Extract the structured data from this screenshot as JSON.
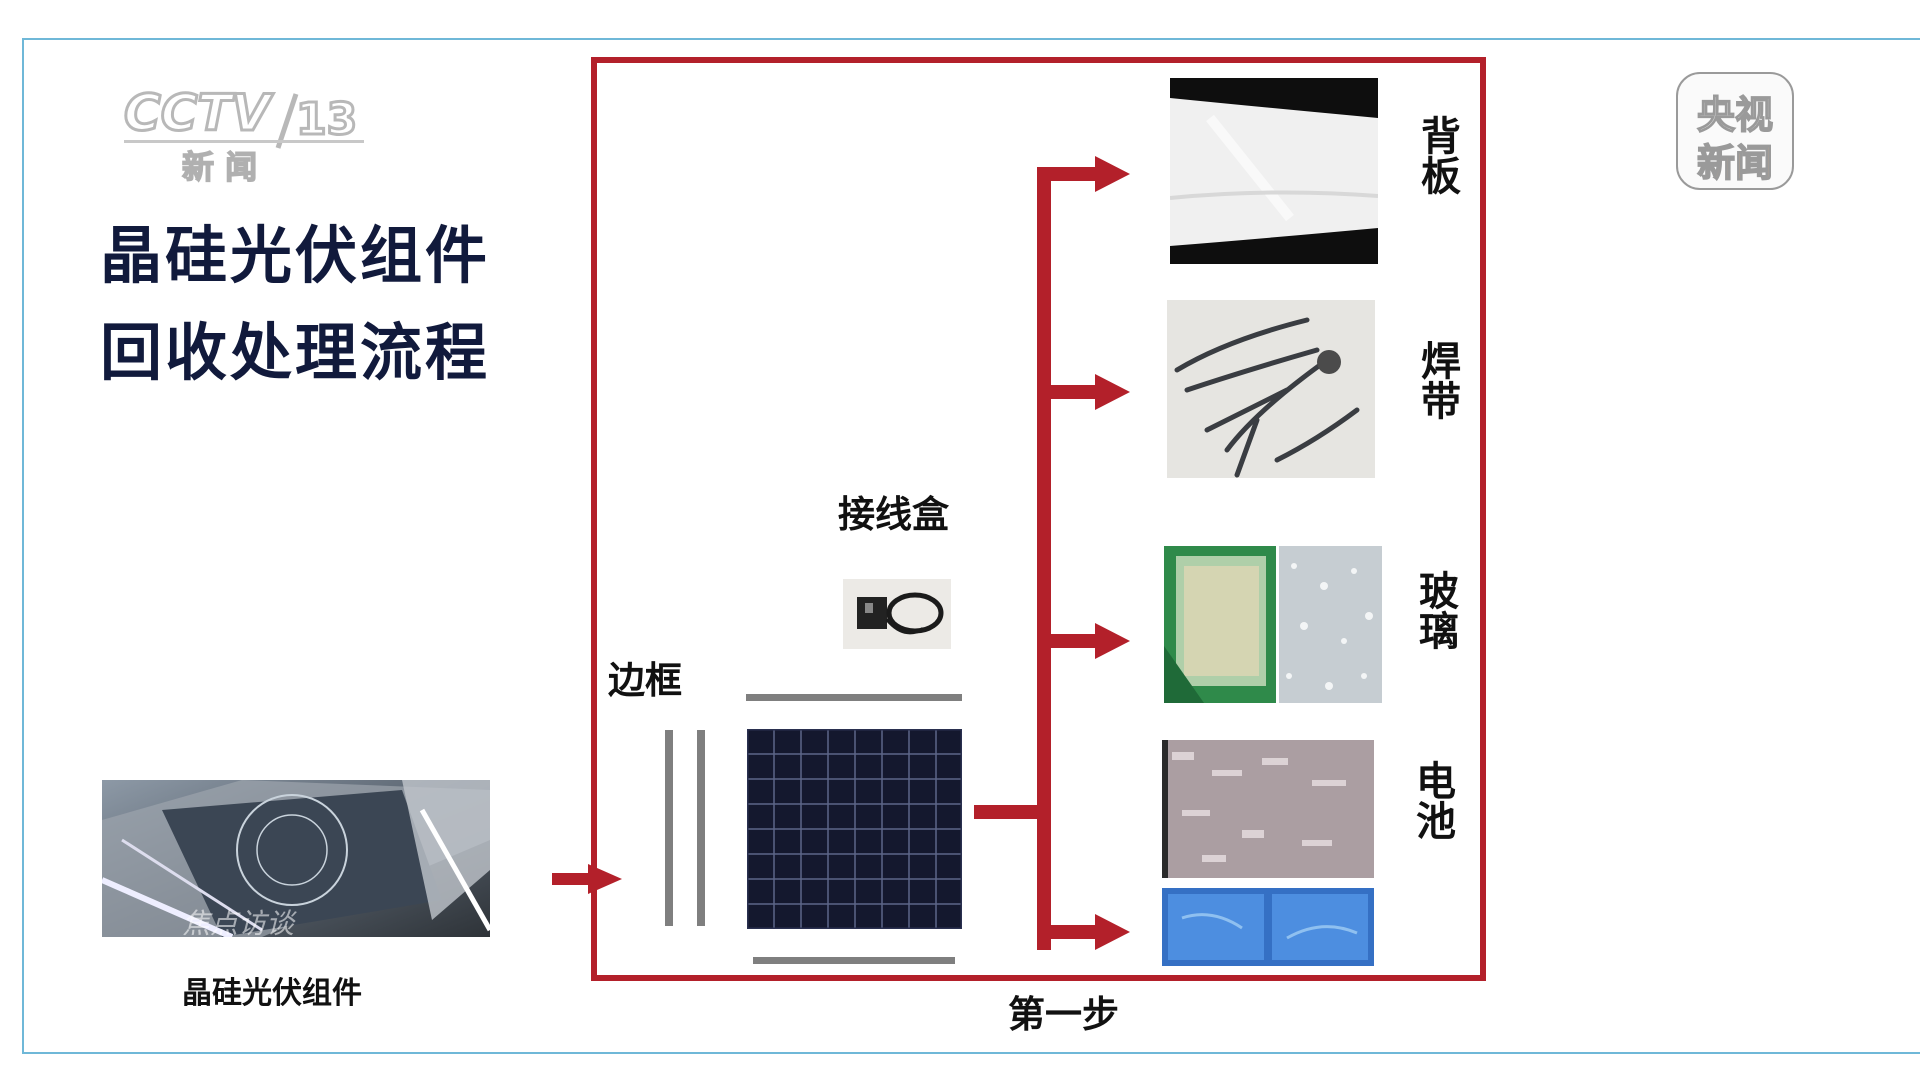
{
  "logo": {
    "channel_mark": "CCTV",
    "channel_number": "13",
    "channel_name": "新 闻"
  },
  "watermark": {
    "line1": "央视",
    "line2": "新闻"
  },
  "title": {
    "line1": "晶硅光伏组件",
    "line2": "回收处理流程"
  },
  "source_caption": "晶硅光伏组件",
  "photo_overlay_text": "焦点访谈",
  "diagram": {
    "junction_box_label": "接线盒",
    "frame_label": "边框",
    "step_label": "第一步",
    "outputs": [
      {
        "label": "背板"
      },
      {
        "label": "焊带"
      },
      {
        "label": "玻璃"
      },
      {
        "label": "电池"
      }
    ]
  },
  "colors": {
    "accent_red": "#b3202a",
    "title_navy": "#111a3c",
    "outer_border": "#6fb8d8",
    "logo_orange": "#e8752a"
  }
}
